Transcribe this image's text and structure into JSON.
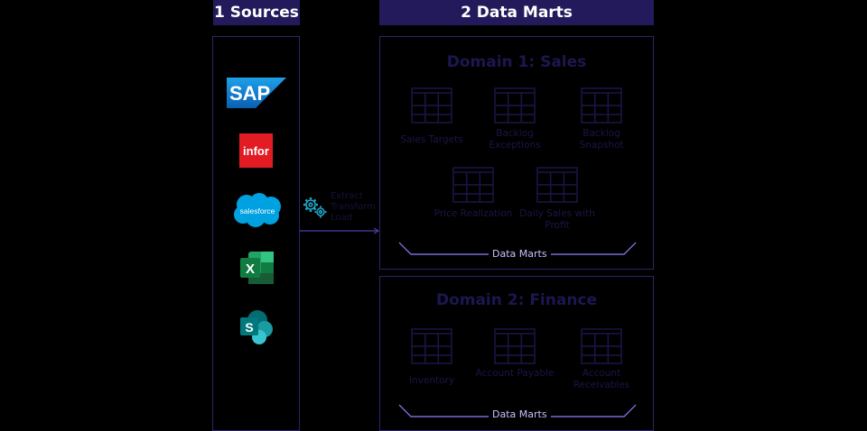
{
  "headers": {
    "sources": "1 Sources",
    "marts": "2 Data Marts"
  },
  "sources": {
    "logos": [
      {
        "name": "sap-logo",
        "text": "SAP"
      },
      {
        "name": "infor-logo",
        "text": "infor"
      },
      {
        "name": "salesforce-logo",
        "text": "salesforce"
      },
      {
        "name": "excel-logo",
        "text": "X"
      },
      {
        "name": "sharepoint-logo",
        "text": "S"
      }
    ]
  },
  "flow": {
    "label": "Extract Transform Load"
  },
  "domain1": {
    "title": "Domain 1: Sales",
    "tables": [
      "Sales Targets",
      "Backlog Exceptions",
      "Backlog Snapshot",
      "Price Realization",
      "Daily Sales with Profit"
    ],
    "footer": "Data Marts"
  },
  "domain2": {
    "title": "Domain 2: Finance",
    "tables": [
      "Inventory",
      "Account Payable",
      "Account Receivables"
    ],
    "footer": "Data Marts"
  },
  "colors": {
    "header_bg": "#231a5c",
    "panel_border": "#2c2466",
    "accent": "#8c82ff",
    "faded_text": "#1c1750"
  }
}
